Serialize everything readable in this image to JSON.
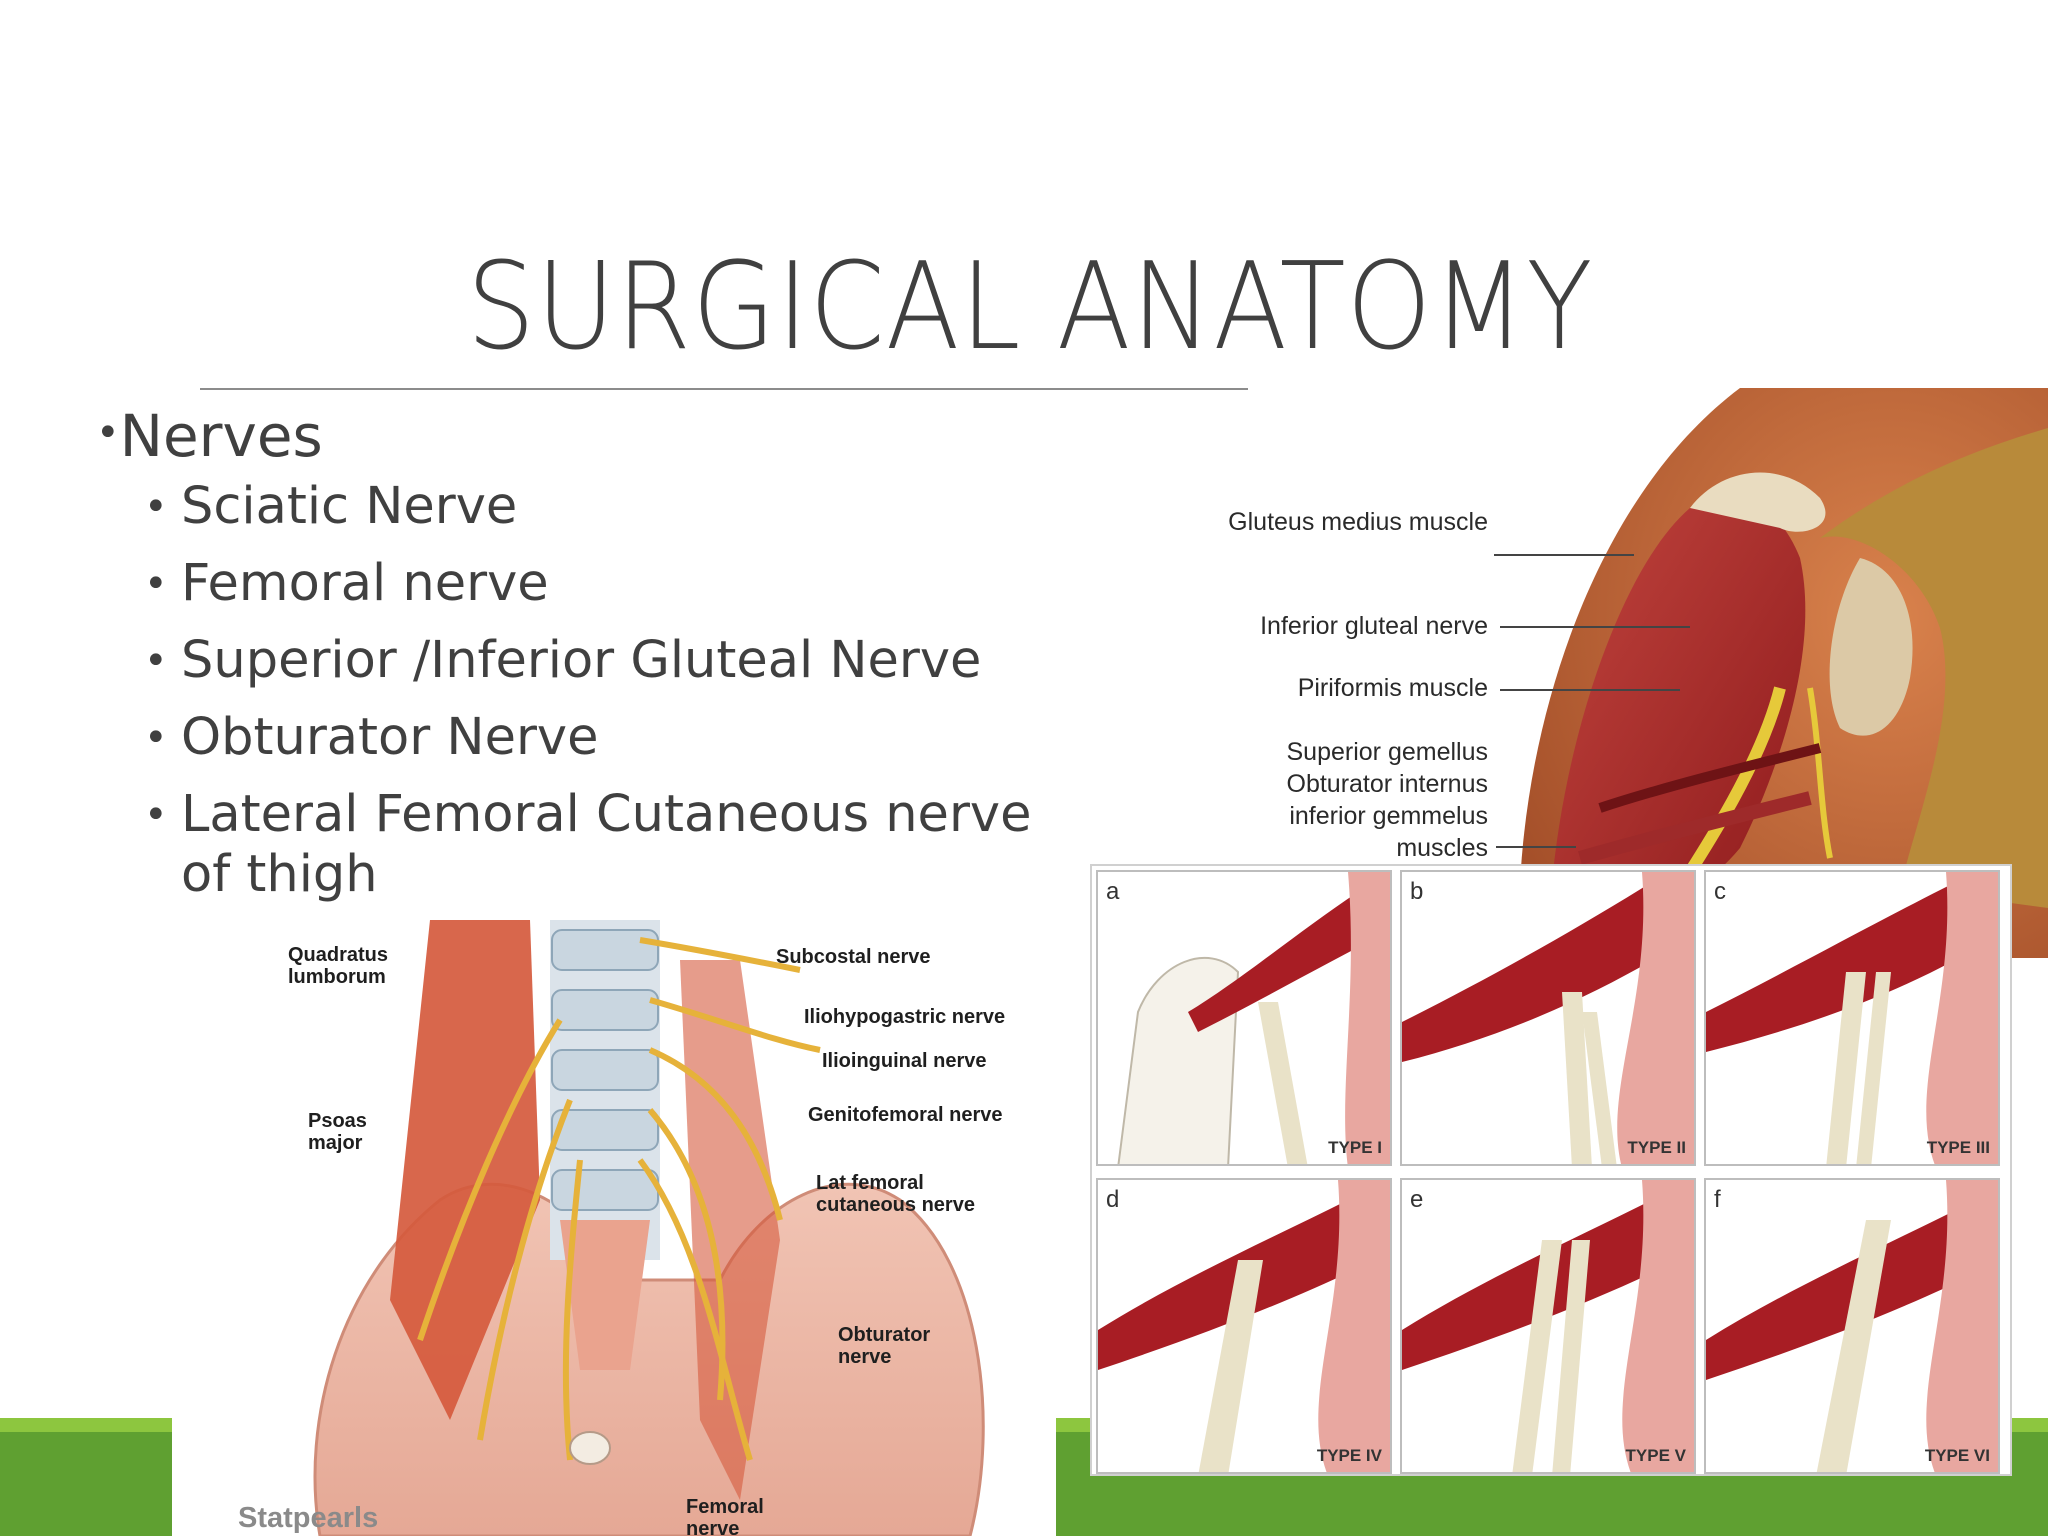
{
  "slide": {
    "title": "SURGICAL ANATOMY",
    "bullet_main": "Nerves",
    "bullets": [
      "Sciatic Nerve",
      "Femoral nerve",
      "Superior /Inferior Gluteal Nerve",
      "Obturator Nerve",
      "Lateral Femoral Cutaneous nerve of thigh"
    ]
  },
  "gluteal_figure": {
    "labels": [
      "Gluteus medius muscle",
      "Inferior gluteal nerve",
      "Piriformis muscle",
      "Superior gemellus Obturator internus inferior gemmelus muscles"
    ]
  },
  "piriformis_panels": [
    {
      "letter": "a",
      "type": "TYPE I"
    },
    {
      "letter": "b",
      "type": "TYPE II"
    },
    {
      "letter": "c",
      "type": "TYPE III"
    },
    {
      "letter": "d",
      "type": "TYPE IV"
    },
    {
      "letter": "e",
      "type": "TYPE V"
    },
    {
      "letter": "f",
      "type": "TYPE VI"
    }
  ],
  "lumbar_figure": {
    "labels": {
      "quadratus": "Quadratus lumborum",
      "psoas": "Psoas major",
      "subcostal": "Subcostal nerve",
      "iliohypogastric": "Iliohypogastric nerve",
      "ilioinguinal": "Ilioinguinal nerve",
      "genitofemoral": "Genitofemoral nerve",
      "lat_femoral": "Lat femoral cutaneous nerve",
      "obturator": "Obturator nerve",
      "femoral": "Femoral nerve"
    },
    "watermark": "Statpearls"
  },
  "colors": {
    "title": "#404040",
    "green_dark": "#5fa031",
    "green_light": "#8dc63f",
    "muscle_red": "#a81d24"
  }
}
